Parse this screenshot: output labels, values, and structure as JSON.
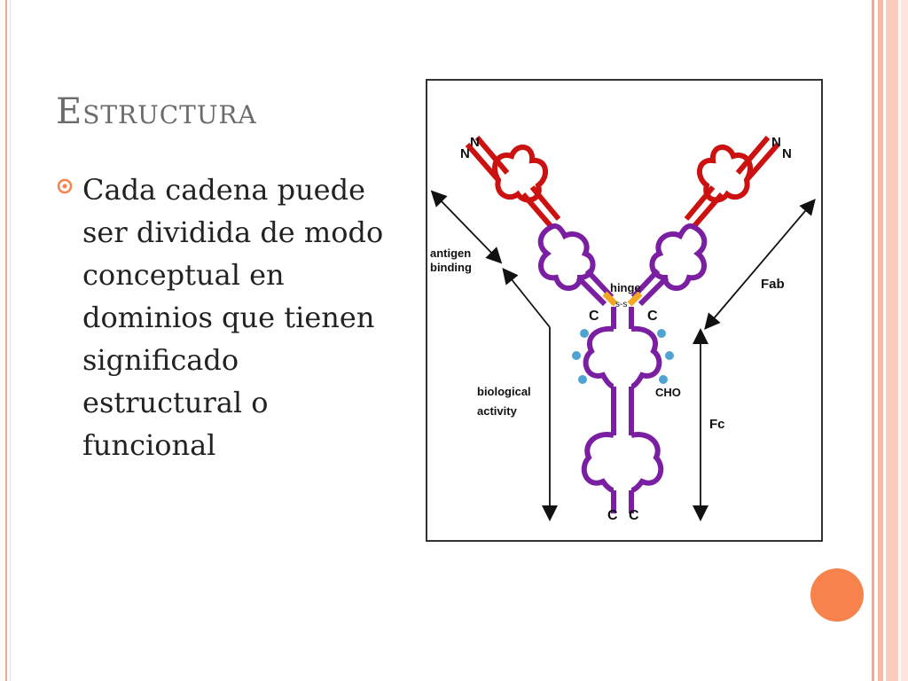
{
  "slide": {
    "title": "Estructura",
    "bullet": "Cada cadena puede ser dividida de modo conceptual en dominios que tienen significado estructural o funcional"
  },
  "figure": {
    "labels": {
      "n_left_a": "N",
      "n_left_b": "N",
      "n_right_a": "N",
      "n_right_b": "N",
      "antigen_binding_1": "antigen",
      "antigen_binding_2": "binding",
      "fab": "Fab",
      "hinge": "hinge",
      "hinge_ss": "s-s",
      "c_left_mid": "C",
      "c_right_mid": "C",
      "biological_activity_1": "biological",
      "biological_activity_2": "activity",
      "cho": "CHO",
      "fc": "Fc",
      "c_bottom_left": "C",
      "c_bottom_right": "C",
      "disulfide": "S-S"
    },
    "colors": {
      "variable_domain": "#cc1111",
      "constant_domain": "#7b1fa2",
      "hinge": "#f5a623",
      "carbohydrate": "#4fa3d1",
      "accent": "#f7824b"
    }
  }
}
